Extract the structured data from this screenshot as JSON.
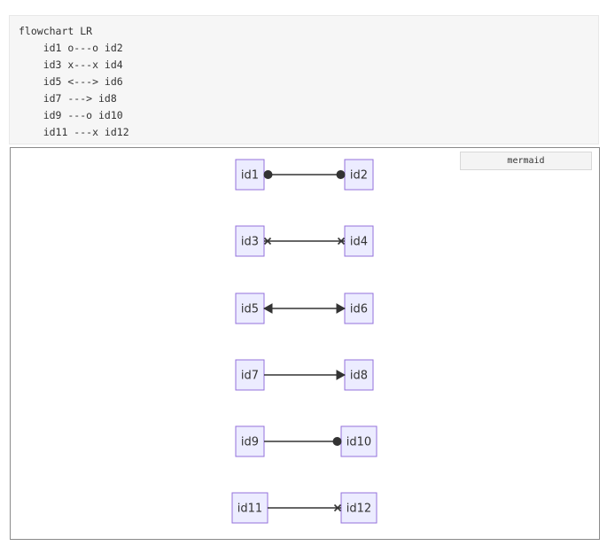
{
  "code": {
    "lines": [
      "flowchart LR",
      "    id1 o---o id2",
      "    id3 x---x id4",
      "    id5 <---> id6",
      "    id7 ---> id8",
      "    id9 ---o id10",
      "    id11 ---x id12"
    ]
  },
  "badge": {
    "label": "mermaid"
  },
  "diagram": {
    "colors": {
      "node_fill": "#ececff",
      "node_stroke": "#9370db",
      "edge": "#333333"
    },
    "edges": [
      {
        "from": "id1",
        "to": "id2",
        "start": "circle",
        "end": "circle"
      },
      {
        "from": "id3",
        "to": "id4",
        "start": "cross",
        "end": "cross"
      },
      {
        "from": "id5",
        "to": "id6",
        "start": "arrow",
        "end": "arrow"
      },
      {
        "from": "id7",
        "to": "id8",
        "start": "none",
        "end": "arrow"
      },
      {
        "from": "id9",
        "to": "id10",
        "start": "none",
        "end": "circle"
      },
      {
        "from": "id11",
        "to": "id12",
        "start": "none",
        "end": "cross"
      }
    ]
  }
}
